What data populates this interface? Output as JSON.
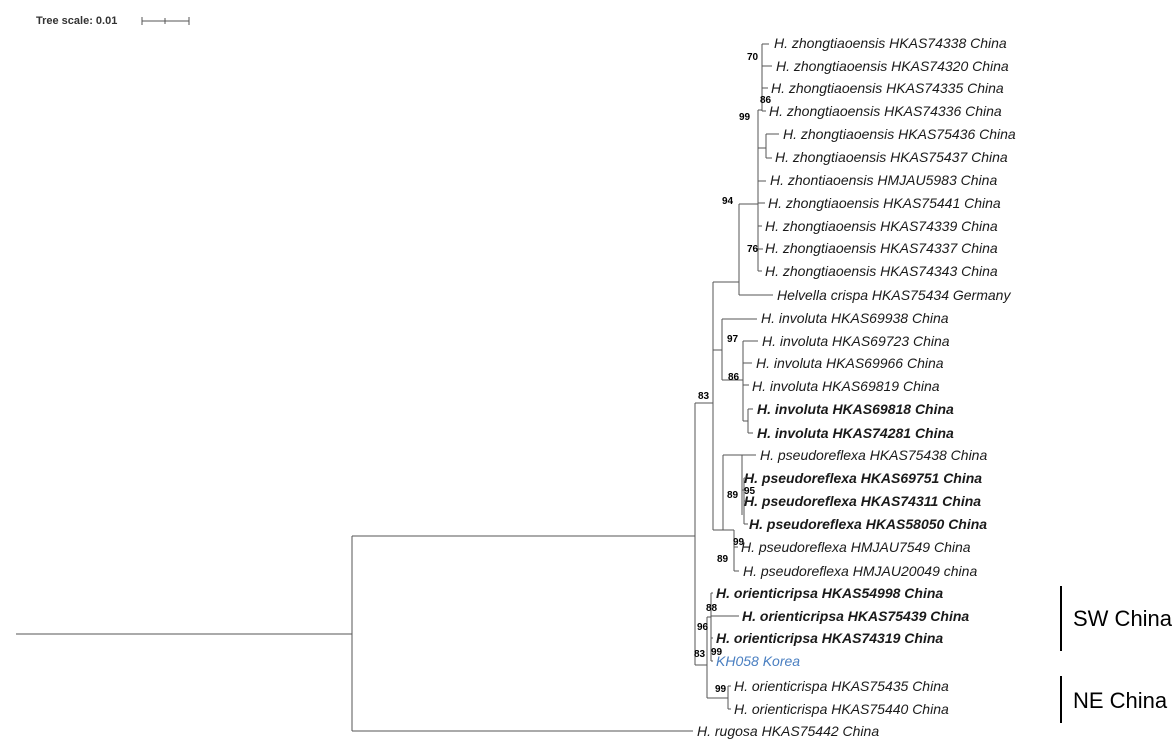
{
  "scale": {
    "label": "Tree scale: 0.01"
  },
  "tips": [
    {
      "label": "H. zhongtiaoensis HKAS74338 China",
      "bold": false
    },
    {
      "label": "H. zhongtiaoensis HKAS74320 China",
      "bold": false
    },
    {
      "label": "H. zhongtiaoensis HKAS74335 China",
      "bold": false
    },
    {
      "label": "H. zhongtiaoensis HKAS74336 China",
      "bold": false
    },
    {
      "label": "H. zhongtiaoensis HKAS75436 China",
      "bold": false
    },
    {
      "label": "H. zhongtiaoensis HKAS75437 China",
      "bold": false
    },
    {
      "label": "H. zhontiaoensis HMJAU5983 China",
      "bold": false
    },
    {
      "label": "H. zhongtiaoensis HKAS75441 China",
      "bold": false
    },
    {
      "label": "H. zhongtiaoensis HKAS74339 China",
      "bold": false
    },
    {
      "label": "H. zhongtiaoensis HKAS74337 China",
      "bold": false
    },
    {
      "label": "H. zhongtiaoensis HKAS74343 China",
      "bold": false
    },
    {
      "label": "Helvella crispa HKAS75434 Germany",
      "bold": false
    },
    {
      "label": "H. involuta HKAS69938 China",
      "bold": false
    },
    {
      "label": "H. involuta HKAS69723 China",
      "bold": false
    },
    {
      "label": "H. involuta HKAS69966 China",
      "bold": false
    },
    {
      "label": "H. involuta HKAS69819 China",
      "bold": false
    },
    {
      "label": "H. involuta HKAS69818 China",
      "bold": true
    },
    {
      "label": "H. involuta HKAS74281 China",
      "bold": true
    },
    {
      "label": "H. pseudoreflexa HKAS75438 China",
      "bold": false
    },
    {
      "label": "H. pseudoreflexa HKAS69751 China",
      "bold": true
    },
    {
      "label": "H. pseudoreflexa HKAS74311 China",
      "bold": true
    },
    {
      "label": "H. pseudoreflexa HKAS58050 China",
      "bold": true
    },
    {
      "label": "H. pseudoreflexa HMJAU7549 China",
      "bold": false
    },
    {
      "label": "H. pseudoreflexa HMJAU20049 china",
      "bold": false
    },
    {
      "label": "H. orienticripsa HKAS54998 China",
      "bold": true
    },
    {
      "label": "H. orienticripsa HKAS75439 China",
      "bold": true
    },
    {
      "label": "H. orienticripsa HKAS74319 China",
      "bold": true
    },
    {
      "label": "KH058 Korea",
      "bold": false,
      "highlight": "#4a7fc1"
    },
    {
      "label": "H. orienticrispa HKAS75435 China",
      "bold": false
    },
    {
      "label": "H. orienticrispa HKAS75440 China",
      "bold": false
    },
    {
      "label": "H. rugosa HKAS75442 China",
      "bold": false
    }
  ],
  "bootstrap": [
    "70",
    "86",
    "99",
    "94",
    "76",
    "97",
    "86",
    "83",
    "89",
    "95",
    "99",
    "89",
    "88",
    "96",
    "99",
    "83",
    "99"
  ],
  "regions": [
    {
      "label": "SW China"
    },
    {
      "label": "NE China"
    }
  ]
}
